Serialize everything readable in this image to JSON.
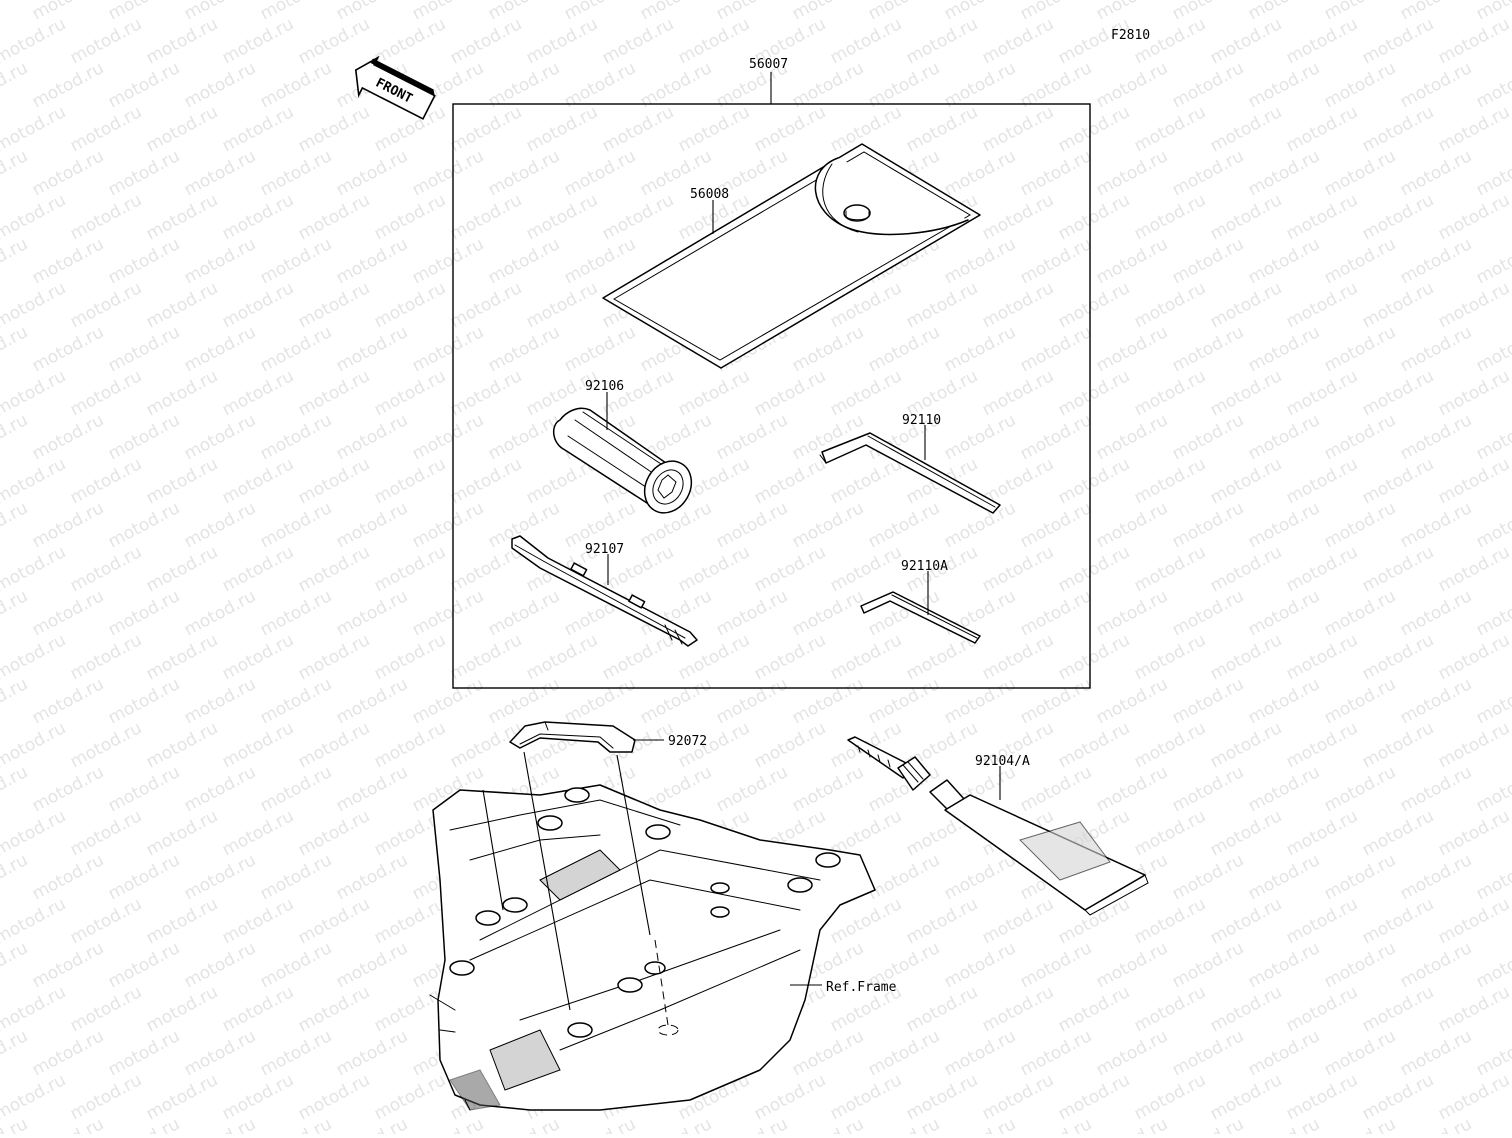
{
  "figure_code": "F2810",
  "watermark": "motod.ru",
  "front_label": "FRONT",
  "callouts": {
    "kit": "56007",
    "pouch": "56008",
    "spark_plug_wrench": "92106",
    "screwdriver": "92107",
    "hex_wrench": "92110",
    "hex_wrench_small": "92110A",
    "strap": "92072",
    "grease": "92104/A",
    "frame": "Ref.Frame"
  }
}
